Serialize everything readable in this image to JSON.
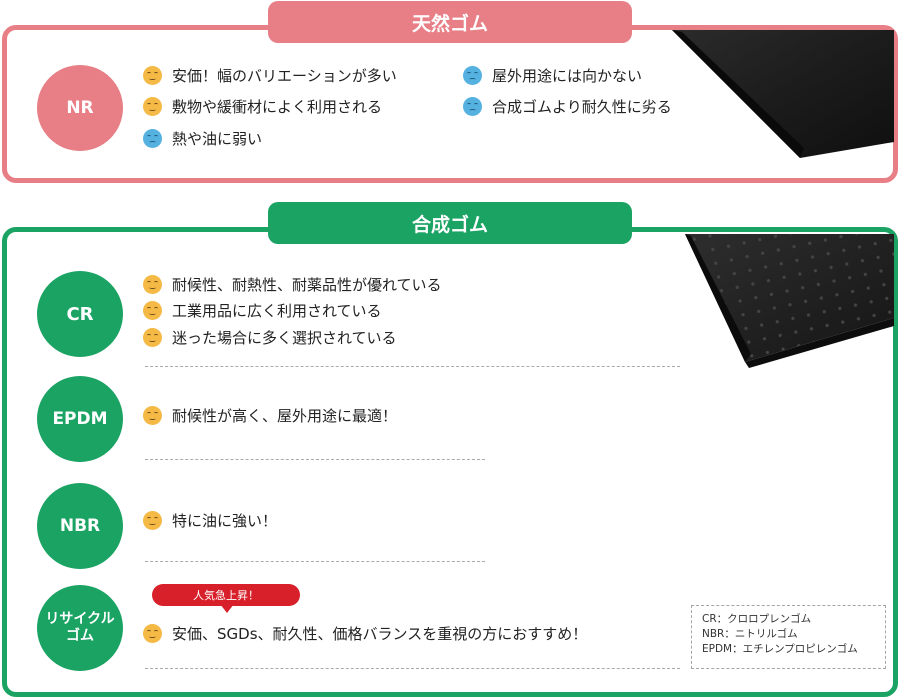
{
  "natural": {
    "tab_title": "天然ゴム",
    "badge": "NR",
    "pros": [
      "安価！幅のバリエーションが多い",
      "敷物や緩衝材によく利用される"
    ],
    "cons": [
      "熱や油に弱い",
      "屋外用途には向かない",
      "合成ゴムより耐久性に劣る"
    ]
  },
  "synthetic": {
    "tab_title": "合成ゴム",
    "cr": {
      "badge": "CR",
      "items": [
        "耐候性、耐熱性、耐薬品性が優れている",
        "工業用品に広く利用されている",
        "迷った場合に多く選択されている"
      ]
    },
    "epdm": {
      "badge": "EPDM",
      "items": [
        "耐候性が高く、屋外用途に最適！"
      ]
    },
    "nbr": {
      "badge": "NBR",
      "items": [
        "特に油に強い！"
      ]
    },
    "recycled": {
      "badge_line1": "リサイクル",
      "badge_line2": "ゴム",
      "popular_tag": "人気急上昇！",
      "items": [
        "安価、SGDs、耐久性、価格バランスを重視の方におすすめ！"
      ]
    },
    "legend": [
      "CR：クロロプレンゴム",
      "NBR：ニトリルゴム",
      "EPDM：エチレンプロピレンゴム"
    ]
  },
  "icons": {
    "positive": "smile-face-icon",
    "negative": "sad-face-icon"
  },
  "colors": {
    "natural_accent": "#e87f87",
    "synthetic_accent": "#1ba364",
    "popular_tag": "#d8202a",
    "positive_face": "#f5b945",
    "negative_face": "#55b1e0"
  }
}
